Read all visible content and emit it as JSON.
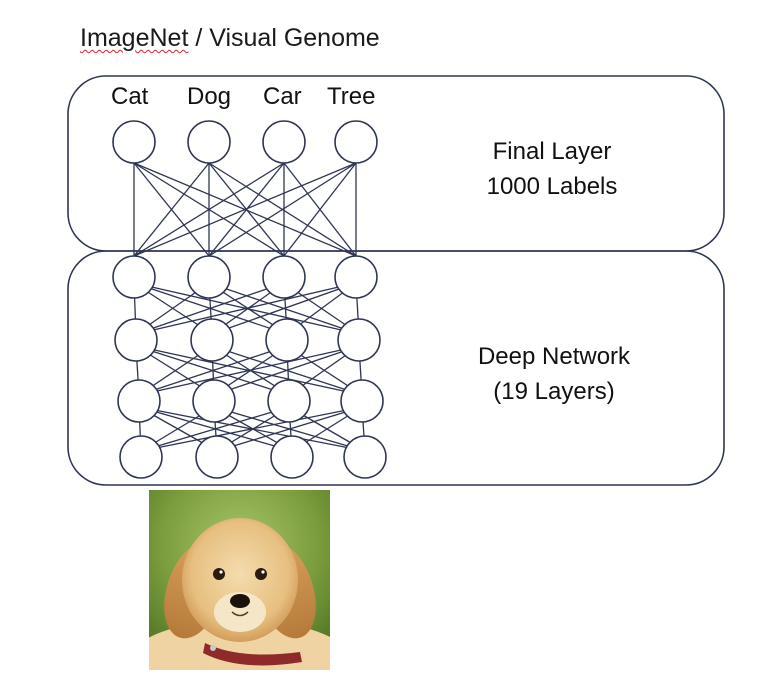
{
  "title": {
    "part1": "ImageNet",
    "part2": " / Visual Genome"
  },
  "final_layer": {
    "class_labels": [
      "Cat",
      "Dog",
      "Car",
      "Tree"
    ],
    "caption_line1": "Final Layer",
    "caption_line2": "1000 Labels"
  },
  "deep_network": {
    "caption_line1": "Deep Network",
    "caption_line2": "(19 Layers)"
  },
  "colors": {
    "box_stroke": "#2e3553",
    "edge": "#2e3553",
    "node_fill": "#ffffff",
    "spellcheck_underline": "#d8232a"
  },
  "input_image": {
    "subject": "golden retriever puppy",
    "background": "green grass"
  }
}
